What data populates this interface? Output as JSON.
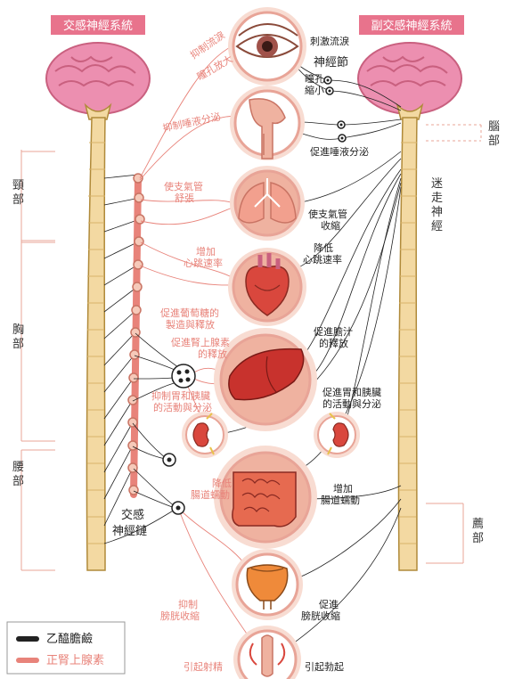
{
  "colors": {
    "brain": "#ec8fb0",
    "brainDark": "#c9607f",
    "spine": "#f3d9a2",
    "chain": "#f6c9b9",
    "circleFill": "#efb2a0",
    "circleRing": "#f8dcd2",
    "pink": "#e8837a",
    "black": "#222222",
    "headerBg": "#e8738c"
  },
  "headers": {
    "sympathetic": "交感神經系統",
    "parasympathetic": "副交感神經系統"
  },
  "regions": {
    "neck": "頸部",
    "chest": "胸部",
    "lumbar": "腰部",
    "brain": "腦部",
    "sacral": "薦部"
  },
  "vagus": "迷走神經",
  "chain": "交感神經鏈",
  "ganglion": "神經節",
  "sympathetic_labels": {
    "eye1": "抑制流淚",
    "eye2": "瞳孔放大",
    "saliva": "抑制唾液分泌",
    "bronchi": "使支氣管舒張",
    "heart": "增加心跳速率",
    "glucose": "促進葡萄糖的製造與釋放",
    "adrenal": "促進腎上腺素的釋放",
    "stomach": "抑制胃和胰臟的活動與分泌",
    "intestine": "降低腸道蠕動",
    "bladder": "抑制膀胱收縮",
    "sex": "引起射精"
  },
  "parasympathetic_labels": {
    "tear": "刺激流淚",
    "pupil": "瞳孔縮小",
    "saliva": "促進唾液分泌",
    "bronchi": "使支氣管收縮",
    "heart": "降低心跳速率",
    "bile": "促進膽汁的釋放",
    "stomach": "促進胃和胰臟的活動與分泌",
    "intestine": "增加腸道蠕動",
    "bladder": "促進膀胱收縮",
    "sex": "引起勃起"
  },
  "legend": {
    "ach": "乙醯膽鹼",
    "ne": "正腎上腺素"
  },
  "organs": [
    "eye-icon",
    "throat-icon",
    "lungs-icon",
    "heart-icon",
    "liver-icon",
    "kidney-icon",
    "kidney-icon",
    "intestine-icon",
    "bladder-icon",
    "genital-icon"
  ]
}
